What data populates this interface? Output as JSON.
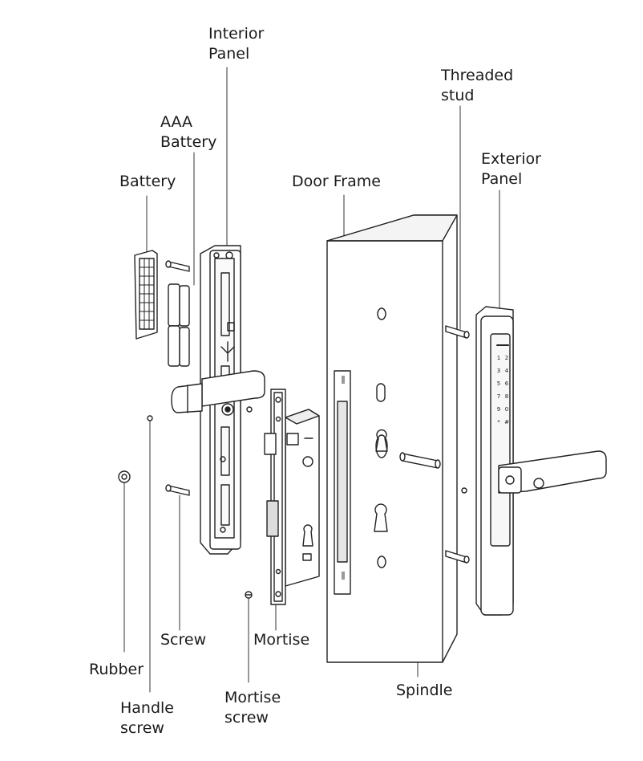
{
  "labels": {
    "interior_panel": "Interior\nPanel",
    "aaa_battery": "AAA\nBattery",
    "battery": "Battery",
    "door_frame": "Door Frame",
    "threaded_stud": "Threaded\nstud",
    "exterior_panel": "Exterior\nPanel",
    "screw": "Screw",
    "mortise": "Mortise",
    "rubber": "Rubber",
    "handle_screw": "Handle\nscrew",
    "mortise_screw": "Mortise\nscrew",
    "spindle": "Spindle"
  },
  "keypad": [
    "1",
    "2",
    "3",
    "4",
    "5",
    "6",
    "7",
    "8",
    "9",
    "0",
    "*",
    "#"
  ]
}
